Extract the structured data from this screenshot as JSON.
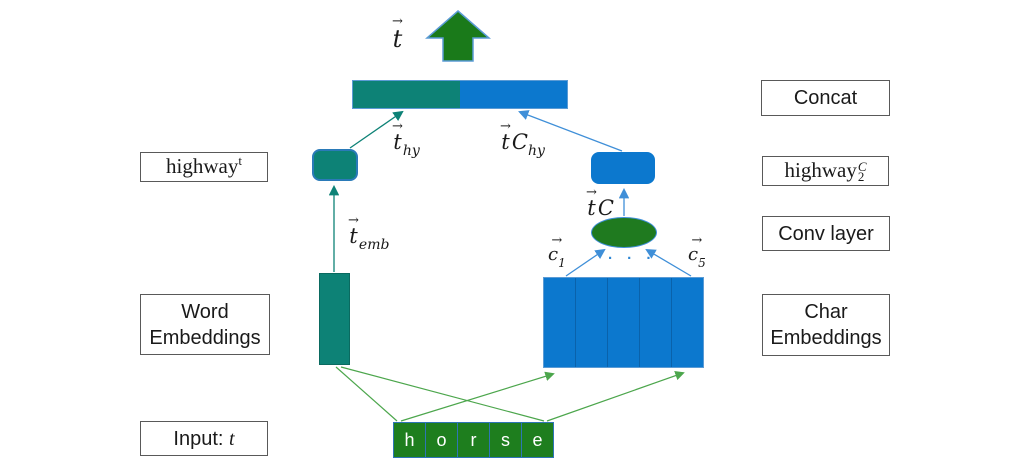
{
  "colors": {
    "teal": "#0D8276",
    "blue": "#0C78CE",
    "dark_green": "#1E7E1E",
    "arrow_green": "#1A7A1A",
    "connector_green": "#4CA64C",
    "connector_blue": "#3F8FD8",
    "connector_teal": "#0D8276",
    "light_blue_border": "#5B9BD5",
    "box_border": "#595959"
  },
  "output_label": {
    "arrow": "→",
    "base": "t"
  },
  "labels": {
    "t_hy": {
      "arrow": "→",
      "base": "t",
      "sub": "hy"
    },
    "tC_hy": {
      "arrow": "→",
      "base": "t",
      "base2": "C",
      "sub": "hy"
    },
    "t_emb": {
      "arrow": "→",
      "base": "t",
      "sub": "emb"
    },
    "tC": {
      "arrow": "→",
      "base": "t",
      "base2": "C"
    },
    "c1": {
      "arrow": "→",
      "base": "c",
      "sub": "1"
    },
    "c5": {
      "arrow": "→",
      "base": "c",
      "sub": "5"
    },
    "dots": "· · ·"
  },
  "legend": {
    "highway_t": {
      "base": "highway",
      "sup": "t"
    },
    "highway_C2": {
      "base": "highway",
      "sup": "C",
      "sub": "2"
    },
    "concat": "Concat",
    "conv_layer": "Conv layer",
    "word_embeddings_line1": "Word",
    "word_embeddings_line2": "Embeddings",
    "char_embeddings_line1": "Char",
    "char_embeddings_line2": "Embeddings",
    "input_prefix": "Input:",
    "input_var": "t"
  },
  "input_word": {
    "letters": [
      "h",
      "o",
      "r",
      "s",
      "e"
    ]
  }
}
